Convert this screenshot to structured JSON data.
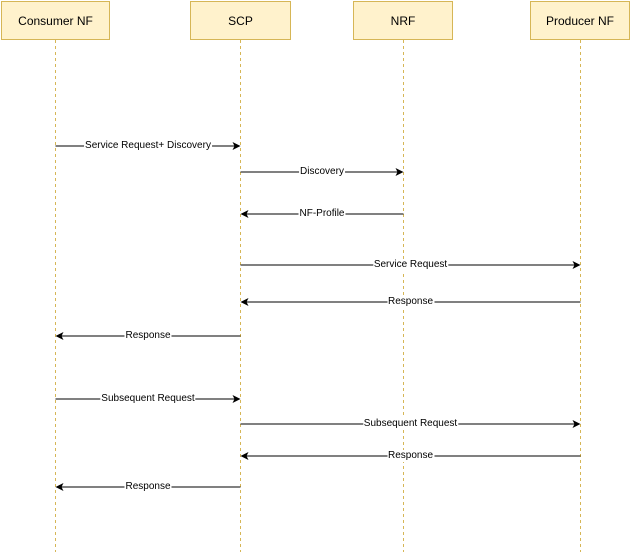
{
  "participants": [
    {
      "id": "consumer",
      "label": "Consumer NF"
    },
    {
      "id": "scp",
      "label": "SCP"
    },
    {
      "id": "nrf",
      "label": "NRF"
    },
    {
      "id": "producer",
      "label": "Producer NF"
    }
  ],
  "messages": [
    {
      "from": "consumer",
      "to": "scp",
      "label": "Service Request+ Discovery"
    },
    {
      "from": "scp",
      "to": "nrf",
      "label": "Discovery"
    },
    {
      "from": "nrf",
      "to": "scp",
      "label": "NF-Profile"
    },
    {
      "from": "scp",
      "to": "producer",
      "label": "Service Request"
    },
    {
      "from": "producer",
      "to": "scp",
      "label": "Response"
    },
    {
      "from": "scp",
      "to": "consumer",
      "label": "Response"
    },
    {
      "from": "consumer",
      "to": "scp",
      "label": "Subsequent Request"
    },
    {
      "from": "scp",
      "to": "producer",
      "label": "Subsequent Request"
    },
    {
      "from": "producer",
      "to": "scp",
      "label": "Response"
    },
    {
      "from": "scp",
      "to": "consumer",
      "label": "Response"
    }
  ],
  "colors": {
    "box_fill": "#fff2cc",
    "box_stroke": "#d6b656",
    "lifeline": "#d6b656",
    "arrow": "#000000"
  }
}
